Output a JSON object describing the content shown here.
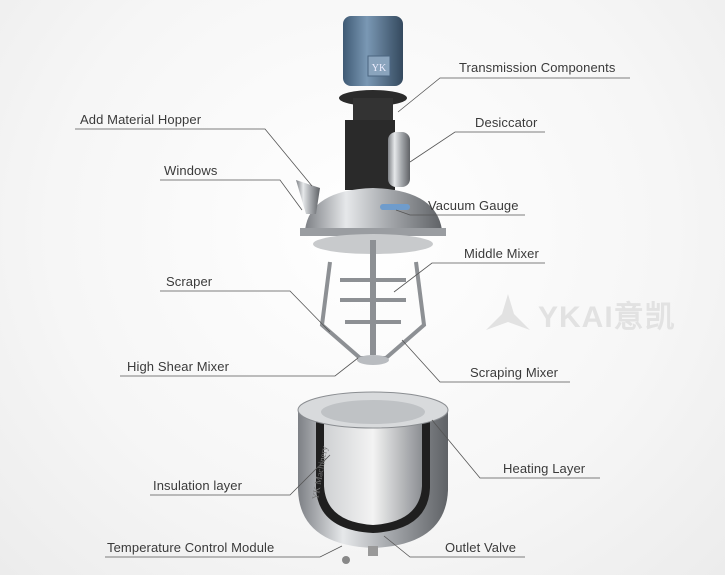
{
  "labels": {
    "transmission": "Transmission Components",
    "hopper": "Add Material Hopper",
    "desiccator": "Desiccator",
    "windows": "Windows",
    "vacuum_gauge": "Vacuum Gauge",
    "middle_mixer": "Middle Mixer",
    "scraper": "Scraper",
    "high_shear": "High Shear Mixer",
    "scraping_mixer": "Scraping Mixer",
    "heating_layer": "Heating Layer",
    "insulation_layer": "Insulation layer",
    "temperature_module": "Temperature Control Module",
    "outlet_valve": "Outlet Valve"
  },
  "watermark": "YKAI意凯",
  "motor_badge": "YK",
  "vessel_text": "YK Machinery",
  "colors": {
    "motor": "#5a7894",
    "steel": "#b9bcc0",
    "text": "#3a3a3a",
    "leader": "#555555"
  }
}
